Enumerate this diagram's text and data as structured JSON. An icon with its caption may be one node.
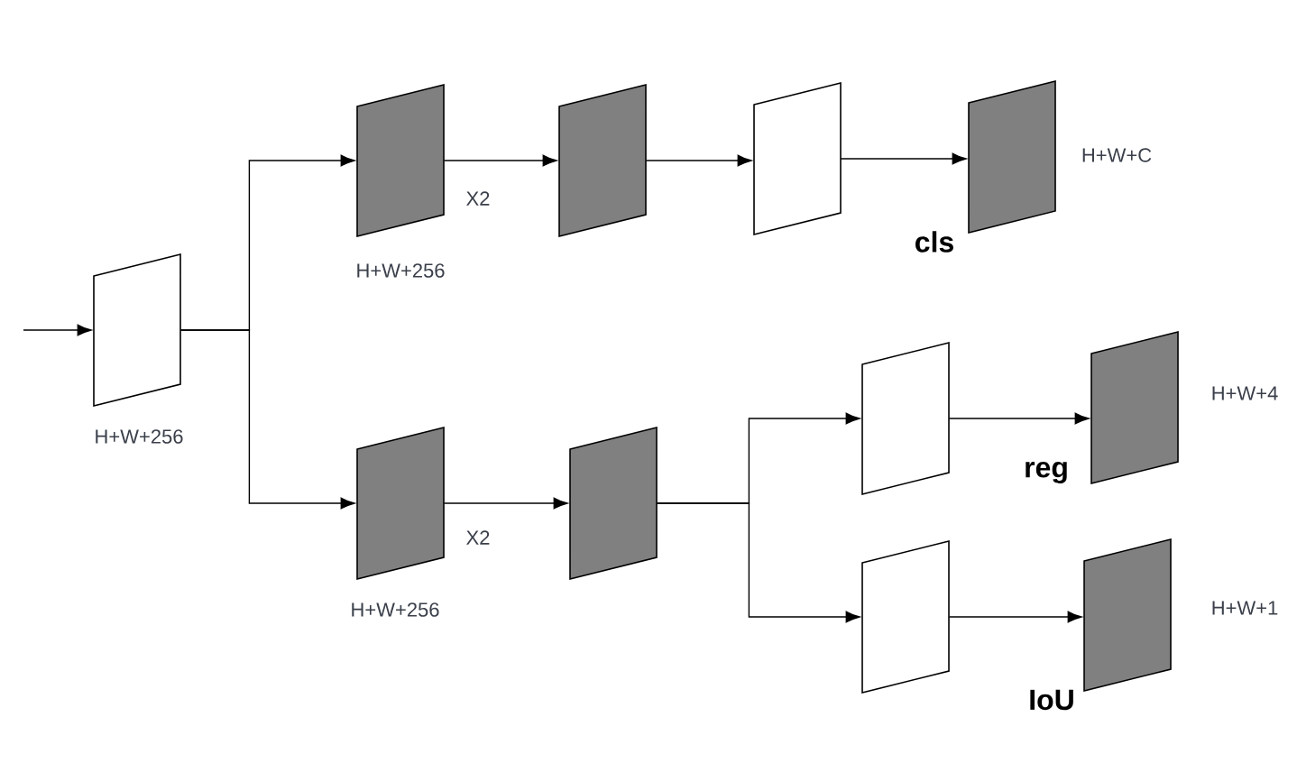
{
  "diagram": {
    "nodes": [
      {
        "text": [],
        "shape": "parallelogram",
        "beside": [
          "H+W+256"
        ]
      },
      {
        "text": [],
        "shape": "parallelogram",
        "beside": [
          "H+W+256"
        ]
      },
      {
        "text": [],
        "shape": "parallelogram"
      },
      {
        "text": [],
        "shape": "parallelogram"
      },
      {
        "text": [],
        "shape": "parallelogram",
        "beside": [
          "H+W+C",
          "cls"
        ]
      },
      {
        "text": [],
        "shape": "parallelogram",
        "beside": [
          "H+W+256"
        ]
      },
      {
        "text": [],
        "shape": "parallelogram"
      },
      {
        "text": [],
        "shape": "parallelogram"
      },
      {
        "text": [],
        "shape": "parallelogram",
        "beside": [
          "H+W+4",
          "reg"
        ]
      },
      {
        "text": [],
        "shape": "parallelogram"
      },
      {
        "text": [],
        "shape": "parallelogram",
        "beside": [
          "H+W+1",
          "IoU"
        ]
      }
    ],
    "edges": [
      {
        "from": null,
        "to": 0,
        "arrow": "to"
      },
      {
        "from": 0,
        "to": 1,
        "arrow": "to"
      },
      {
        "from": 0,
        "to": 5,
        "arrow": "to"
      },
      {
        "from": 1,
        "to": 2,
        "arrow": "to",
        "label": "X2"
      },
      {
        "from": 2,
        "to": 3,
        "arrow": "to"
      },
      {
        "from": 3,
        "to": 4,
        "arrow": "to"
      },
      {
        "from": 5,
        "to": 6,
        "arrow": "to",
        "label": "X2"
      },
      {
        "from": 6,
        "to": 7,
        "arrow": "to"
      },
      {
        "from": 6,
        "to": 9,
        "arrow": "to"
      },
      {
        "from": 7,
        "to": 8,
        "arrow": "to"
      },
      {
        "from": 9,
        "to": 10,
        "arrow": "to"
      }
    ]
  }
}
